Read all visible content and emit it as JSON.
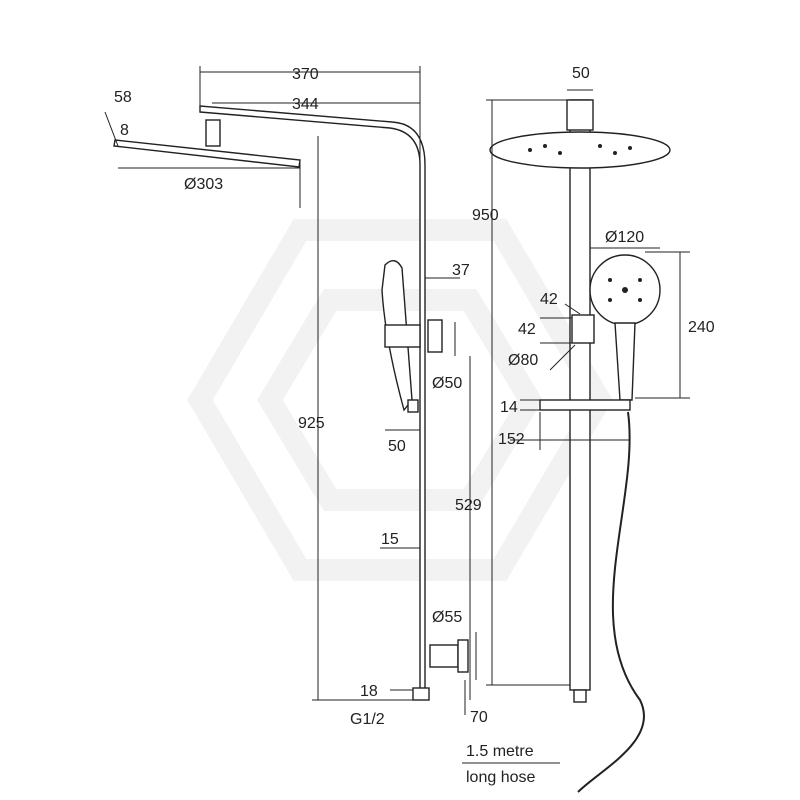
{
  "side_view": {
    "arm_width": "370",
    "arm_reach": "344",
    "head_tilt": "58",
    "head_thickness": "8",
    "head_diameter": "Ø303",
    "total_height": "925",
    "holder_offset": "37",
    "holder_diameter": "Ø50",
    "holder_depth": "50",
    "holder_height": "529",
    "rail_diameter": "15",
    "inlet_diameter": "Ø55",
    "inlet_height": "18",
    "thread": "G1/2",
    "inlet_offset": "70"
  },
  "front_view": {
    "mount_width": "50",
    "overall_height": "950",
    "handset_diameter": "Ø120",
    "holder_top": "42",
    "holder_bottom": "42",
    "holder_diameter": "Ø80",
    "handset_length": "240",
    "shelf_thickness": "14",
    "shelf_width": "152",
    "hose_line1": "1.5 metre",
    "hose_line2": "long hose"
  }
}
